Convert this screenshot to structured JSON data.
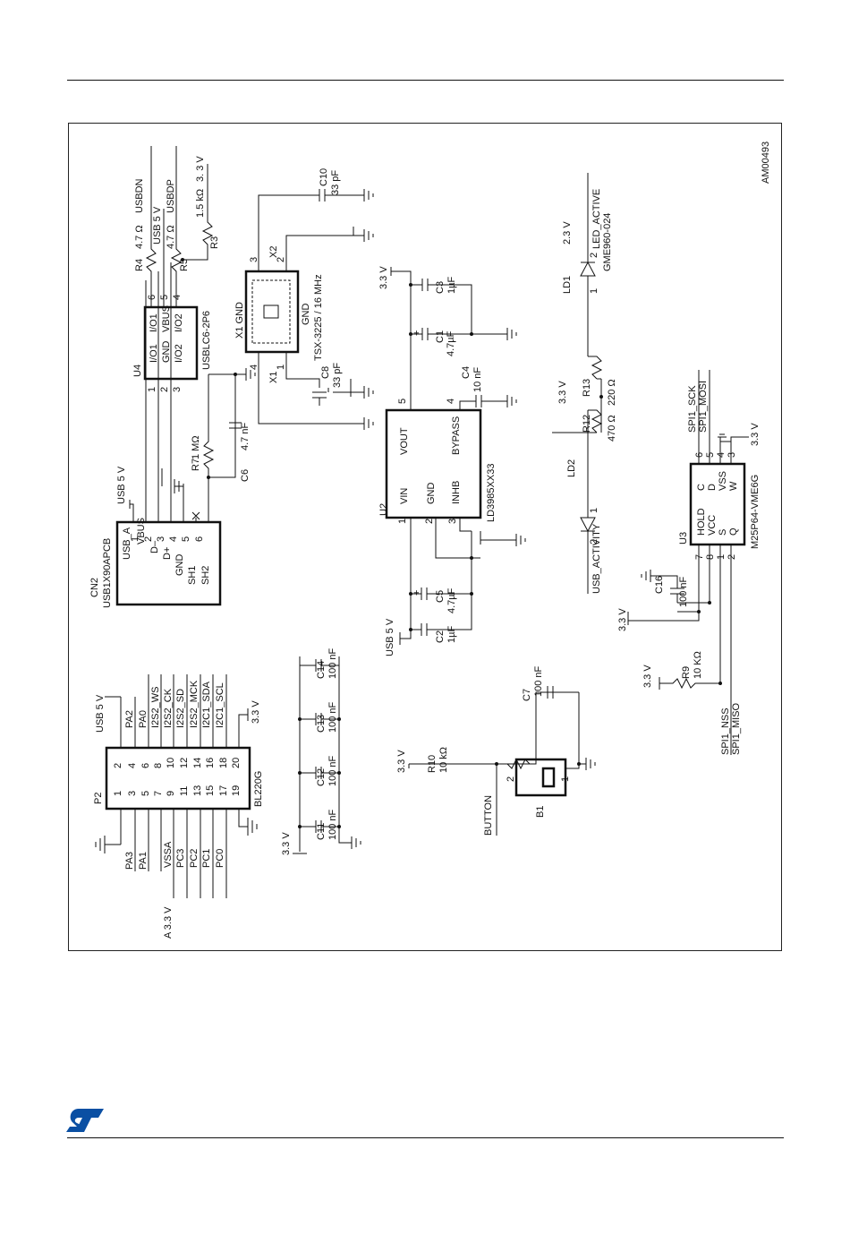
{
  "figure_id": "AM00493",
  "colors": {
    "ink": "#111111",
    "logo": "#0a4fa3"
  },
  "logo_icon": "st-logo-icon",
  "p2": {
    "ref": "P2",
    "part": "BL220G",
    "pins_odd": [
      "1",
      "3",
      "5",
      "7",
      "9",
      "11",
      "13",
      "15",
      "17",
      "19"
    ],
    "pins_even": [
      "2",
      "4",
      "6",
      "8",
      "10",
      "12",
      "14",
      "16",
      "18",
      "20"
    ],
    "left_nets": [
      "",
      "PA3",
      "PA1",
      "VSSA",
      "PC3",
      "PC2",
      "PC1",
      "PC0"
    ],
    "right_nets": [
      "",
      "PA2",
      "PA0",
      "I2S2_WS",
      "I2S2_CK",
      "I2S2_SD",
      "I2S2_MCK",
      "I2C1_SDA",
      "I2C1_SCL"
    ],
    "vref_label": "A 3.3 V",
    "supply_top": "USB 5 V",
    "supply_right": "3.3 V"
  },
  "decoupling": {
    "supply": "3.3 V",
    "caps": [
      {
        "ref": "C11",
        "value": "100 nF"
      },
      {
        "ref": "C12",
        "value": "100 nF"
      },
      {
        "ref": "C13",
        "value": "100 nF"
      },
      {
        "ref": "C14",
        "value": "100 nF"
      }
    ]
  },
  "cn2": {
    "ref": "CN2",
    "part": "USB1X90APCB",
    "type": "USB_A",
    "pins": [
      {
        "num": "1",
        "name": "VBUS"
      },
      {
        "num": "2",
        "name": "D–"
      },
      {
        "num": "3",
        "name": "D+"
      },
      {
        "num": "4",
        "name": "GND"
      },
      {
        "num": "5",
        "name": "SH1"
      },
      {
        "num": "6",
        "name": "SH2"
      }
    ],
    "supply": "USB 5 V"
  },
  "r7": {
    "ref": "R7",
    "value": "1 MΩ"
  },
  "c6": {
    "ref": "C6",
    "value": "4.7 nF"
  },
  "u4": {
    "ref": "U4",
    "part": "USBLC6-2P6",
    "left_pins": [
      {
        "num": "1",
        "name": "I/O1"
      },
      {
        "num": "2",
        "name": "GND"
      },
      {
        "num": "3",
        "name": "I/O2"
      }
    ],
    "right_pins": [
      {
        "num": "6",
        "name": "I/O1"
      },
      {
        "num": "5",
        "name": "VBUS"
      },
      {
        "num": "4",
        "name": "I/O2"
      }
    ]
  },
  "r4": {
    "ref": "R4",
    "value": "4.7 Ω",
    "net": "USBDN"
  },
  "r5": {
    "ref": "R5",
    "value": "4.7 Ω",
    "net": "USBDP"
  },
  "r3": {
    "ref": "R3",
    "value": "1.5 kΩ",
    "net": "3. 3 V"
  },
  "usb5v_u4": "USB 5 V",
  "x1": {
    "ref": "X1",
    "part": "TSX-3225 / 16 MHz",
    "pins": {
      "p1": "1",
      "p2": "2",
      "p3": "3",
      "p4": "4"
    },
    "labels": {
      "x1_gnd": "X1 GND",
      "gnd": "GND",
      "x1": "X1",
      "x2": "X2"
    }
  },
  "c8": {
    "ref": "C8",
    "value": "33 pF"
  },
  "c10": {
    "ref": "C10",
    "value": "33 pF"
  },
  "u2": {
    "ref": "U2",
    "part": "LD3985XX33",
    "pins": [
      {
        "num": "1",
        "name": "VIN"
      },
      {
        "num": "2",
        "name": "GND"
      },
      {
        "num": "3",
        "name": "INHB"
      },
      {
        "num": "4",
        "name": "BYPASS"
      },
      {
        "num": "5",
        "name": "VOUT"
      }
    ]
  },
  "u2_in_supply": "USB 5 V",
  "u2_out_supply": "3.3 V",
  "c1": {
    "ref": "C1",
    "value": "4.7µF"
  },
  "c2": {
    "ref": "C2",
    "value": "1µF"
  },
  "c3": {
    "ref": "C3",
    "value": "1µF"
  },
  "c4": {
    "ref": "C4",
    "value": "10 nF"
  },
  "c5": {
    "ref": "C5",
    "value": "4.7µF"
  },
  "leds": {
    "supply": "3.3 V",
    "ld1": {
      "ref": "LD1",
      "net": "LED_ACTIVE",
      "part": "GME960-024",
      "v": "2.3 V",
      "pin1": "1",
      "pin2": "2"
    },
    "ld2": {
      "ref": "LD2",
      "net": "USB_ACTIVITY",
      "pin1": "1",
      "pin2": "2"
    },
    "r13": {
      "ref": "R13",
      "value": "220 Ω"
    },
    "r12": {
      "ref": "R12",
      "value": "470 Ω"
    }
  },
  "button": {
    "net": "BUTTON",
    "ref": "B1",
    "pin1": "1",
    "pin2": "2",
    "supply": "3.3 V",
    "r10": {
      "ref": "R10",
      "value": "10 kΩ"
    },
    "c7": {
      "ref": "C7",
      "value": "100  nF"
    }
  },
  "u3": {
    "ref": "U3",
    "part": "M25P64-VME6G",
    "pins": [
      {
        "num": "1",
        "name": "S"
      },
      {
        "num": "2",
        "name": "Q"
      },
      {
        "num": "3",
        "name": "W"
      },
      {
        "num": "4",
        "name": "VSS"
      },
      {
        "num": "5",
        "name": "D"
      },
      {
        "num": "6",
        "name": "C"
      },
      {
        "num": "7",
        "name": "HOLD"
      },
      {
        "num": "8",
        "name": "VCC"
      }
    ],
    "nets": {
      "sck": "SPI1_SCK",
      "mosi": "SPI1_MOSI",
      "nss": "SPI1_NSS",
      "miso": "SPI1_MISO"
    },
    "supply": "3.3 V"
  },
  "c16": {
    "ref": "C16",
    "value": "100 nF"
  },
  "r9": {
    "ref": "R9",
    "value": "10 KΩ"
  }
}
